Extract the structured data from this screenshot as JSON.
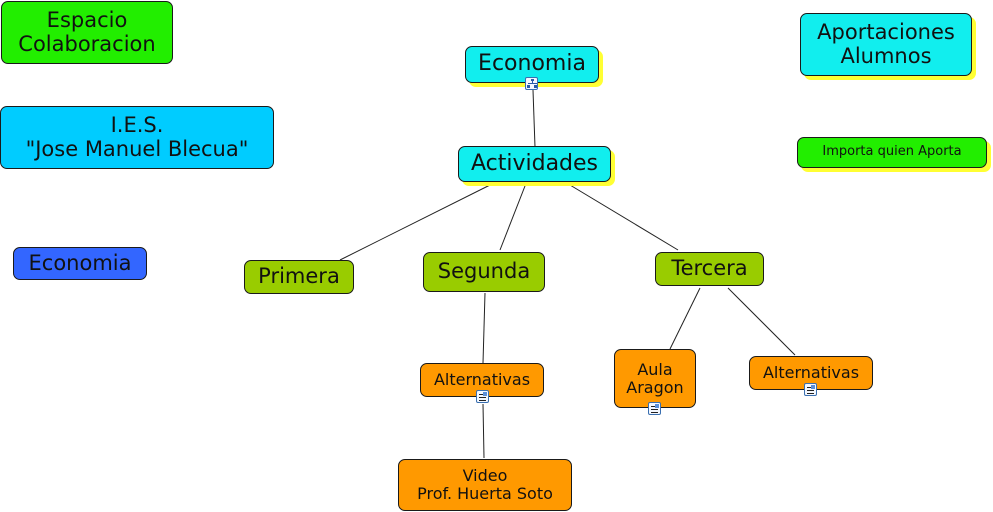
{
  "colors": {
    "green": "#22ee00",
    "cyan": "#00ccff",
    "aqua": "#11eeee",
    "blue": "#3366ff",
    "olive": "#99cc00",
    "orange": "#ff9900",
    "shadow": "#ffff33"
  },
  "nodes": {
    "espacio": "Espacio\nColaboracion",
    "ies": "I.E.S.\n\"Jose Manuel Blecua\"",
    "economia_side": "Economia",
    "economia_root": "Economia",
    "actividades": "Actividades",
    "aportaciones": "Aportaciones\nAlumnos",
    "importa": "Importa quien Aporta",
    "primera": "Primera",
    "segunda": "Segunda",
    "tercera": "Tercera",
    "alternativas_segunda": "Alternativas",
    "video": "Video\nProf. Huerta Soto",
    "aula_aragon": "Aula\nAragon",
    "alternativas_tercera": "Alternativas"
  },
  "icons": {
    "root_link": "submap-icon",
    "resource": "resource-document-icon"
  }
}
